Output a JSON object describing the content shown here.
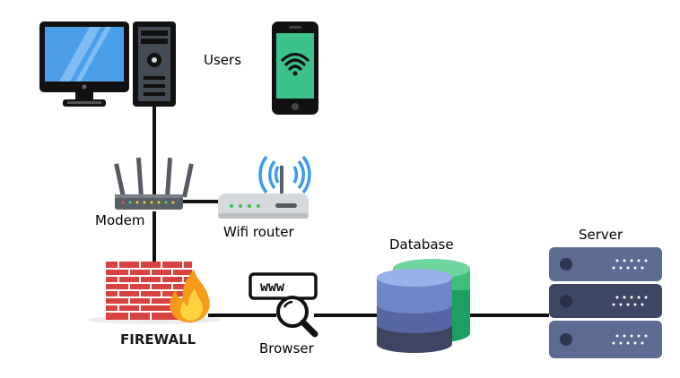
{
  "labels": {
    "users": "Users",
    "modem": "Modem",
    "wifi_router": "Wifi router",
    "firewall": "FIREWALL",
    "browser": "Browser",
    "database": "Database",
    "server": "Server",
    "www": "www"
  },
  "icons": {
    "monitor": "monitor-icon",
    "tower": "pc-tower-icon",
    "phone": "smartphone-icon",
    "modem": "modem-icon",
    "router": "wifi-router-icon",
    "firewall": "firewall-icon",
    "browser": "browser-icon",
    "database": "database-icon",
    "server": "server-icon"
  },
  "colors": {
    "line": "#111111",
    "monitor_screen": "#4b9fe9",
    "phone_screen": "#3cc28a",
    "wifi_waves": "#3b9cf0",
    "brick": "#d9433f",
    "flame": "#f59a1b",
    "db_blue": "#6f86c9",
    "db_green": "#3dbf7a",
    "server_body": "#5c6b91"
  }
}
